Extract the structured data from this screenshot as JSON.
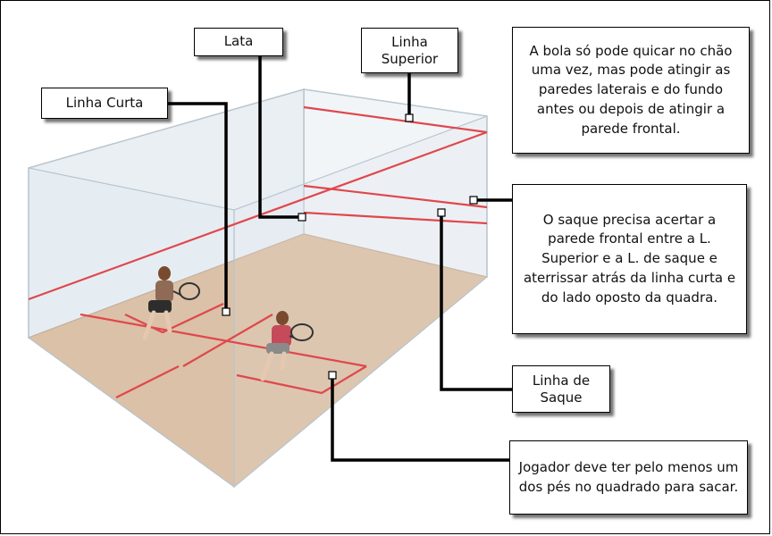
{
  "labels": {
    "lata": "Lata",
    "linha_superior": "Linha\nSuperior",
    "linha_curta": "Linha Curta",
    "bola_info": "A bola só pode quicar no chão\numa vez, mas pode atingir as\nparedes laterais e do fundo\nantes ou depois de atingir a\nparede frontal.",
    "saque_info": "O saque precisa acertar a\nparede frontal entre a L.\nSuperior e a L. de saque e\naterrissar atrás da linha curta e\ndo lado oposto da quadra.",
    "linha_de_saque": "Linha de\nSaque",
    "jogador_info": "Jogador deve ter pelo menos um\ndos pés no quadrado para sacar."
  },
  "colors": {
    "court_line": "#e0474c",
    "floor": "#d9b48f",
    "wall": "#eef3f6",
    "wall_edge": "#b9c6cf"
  }
}
